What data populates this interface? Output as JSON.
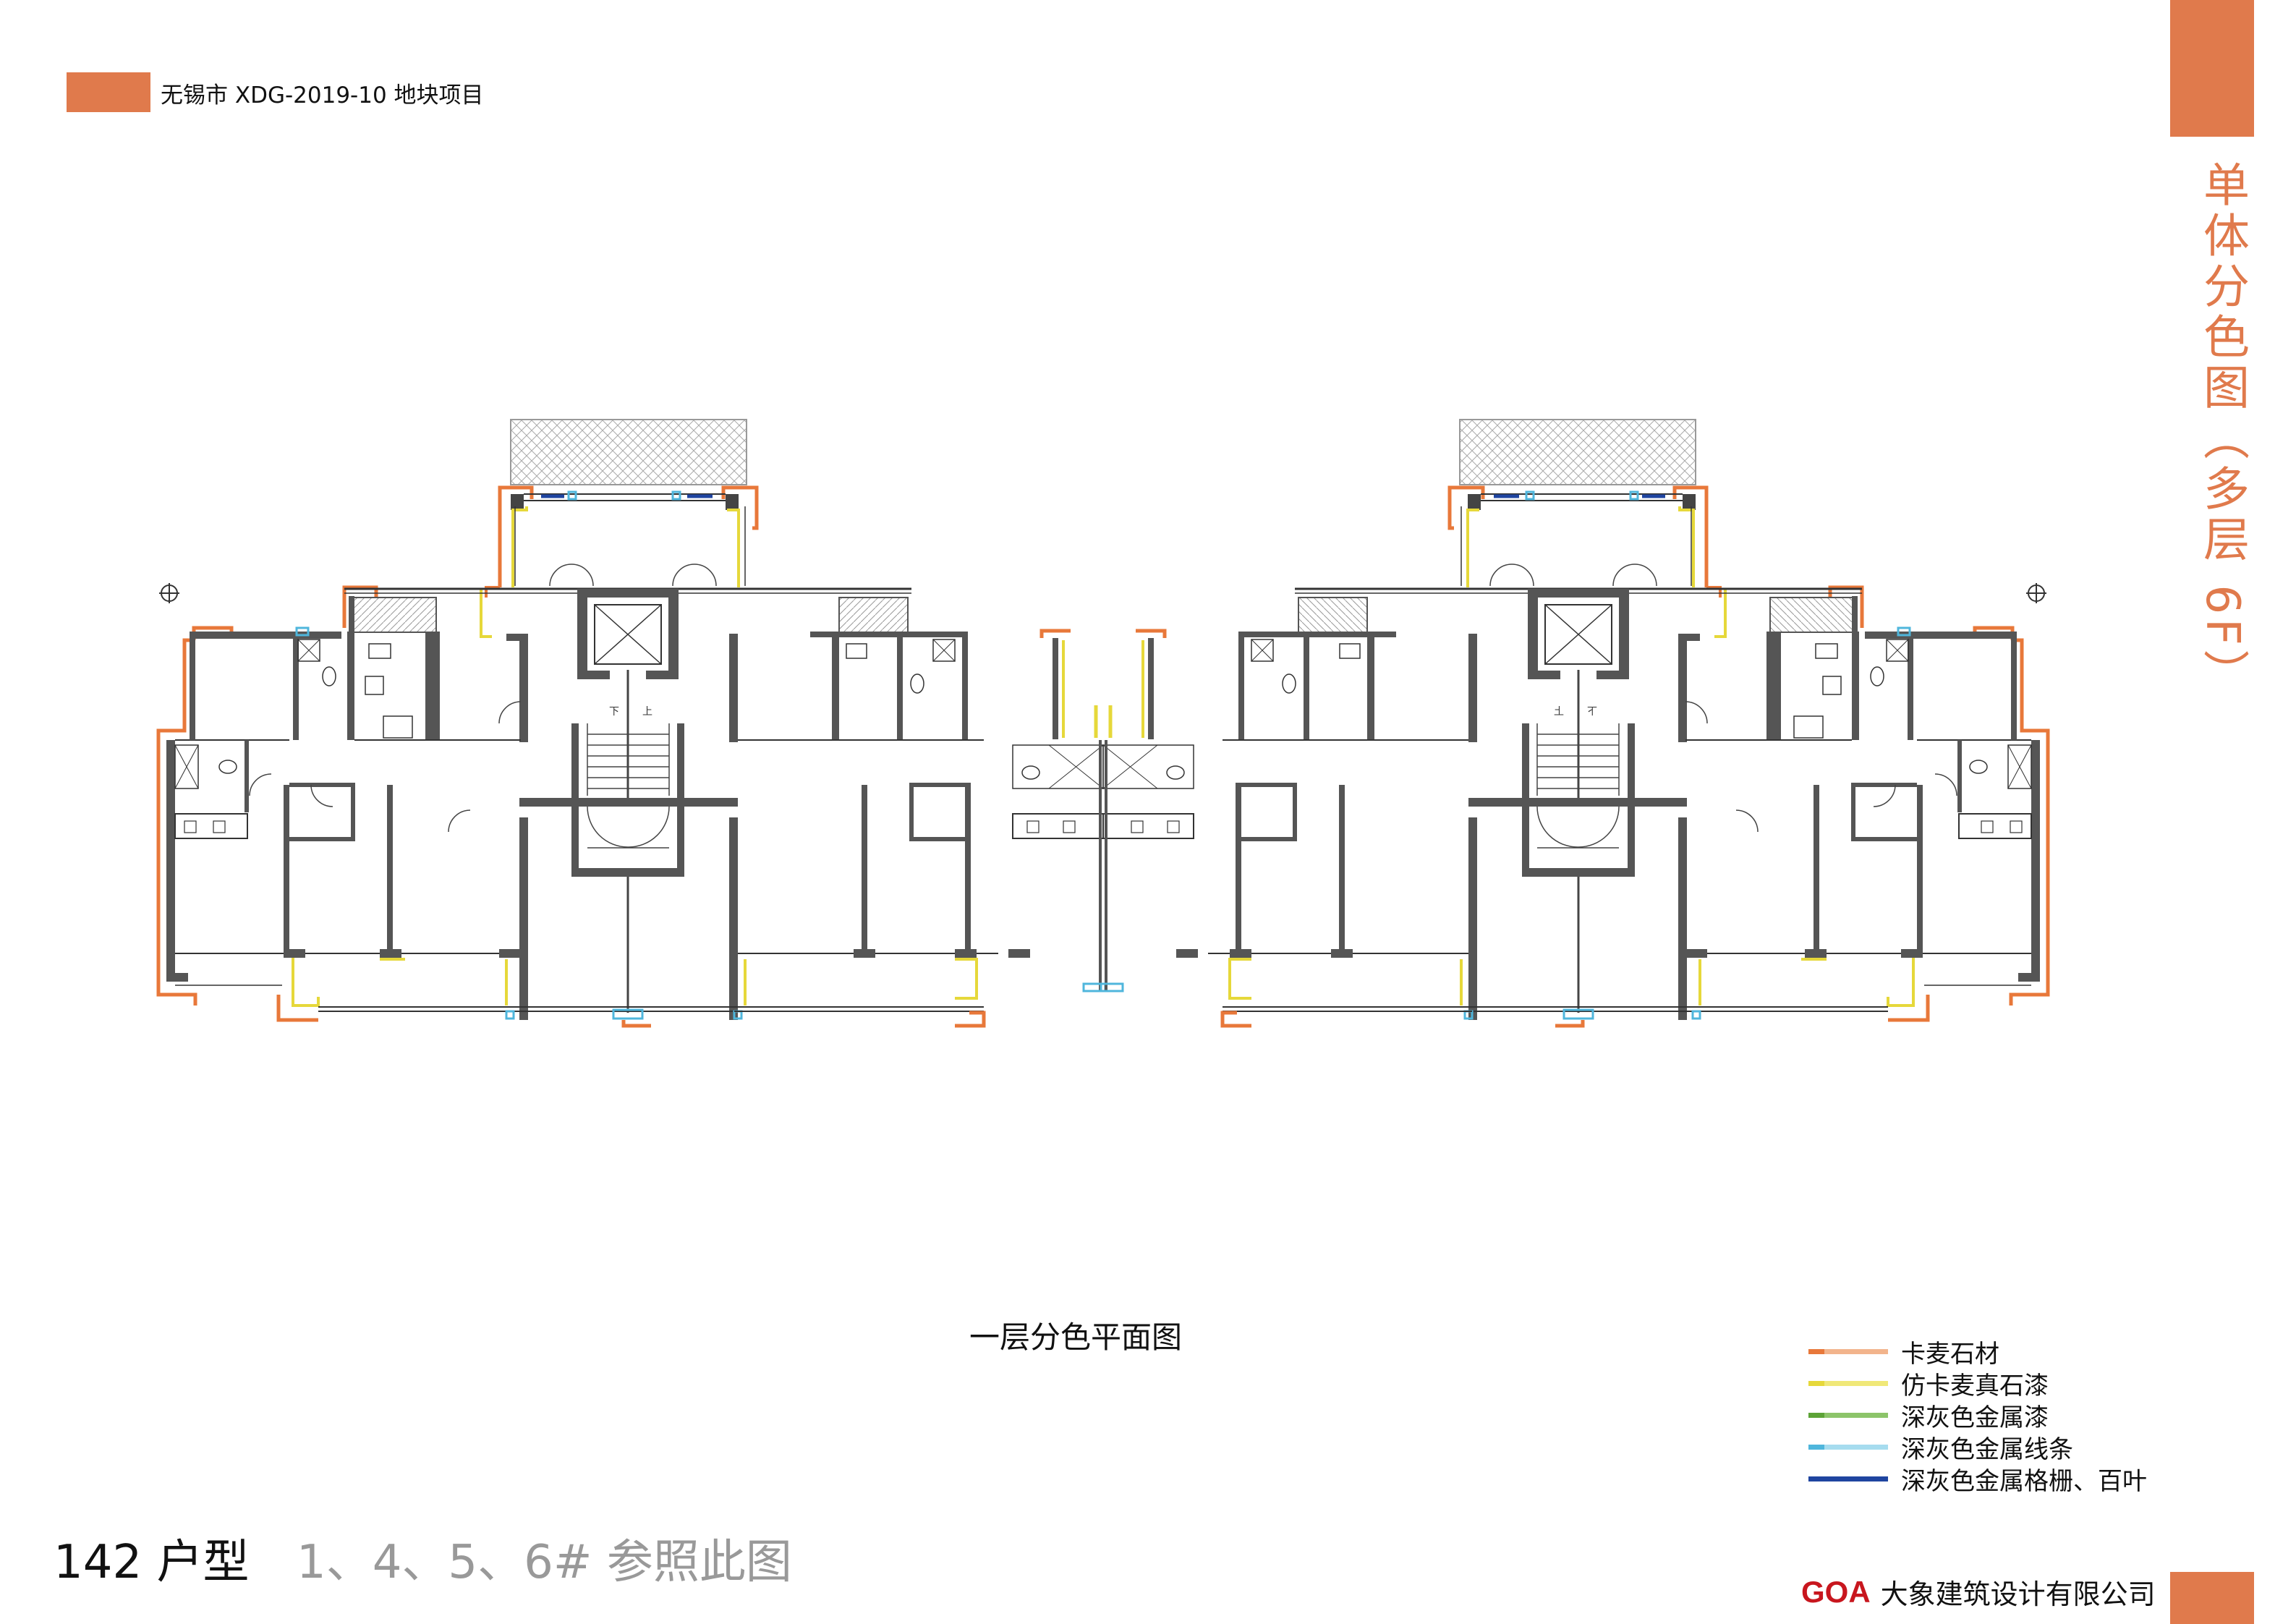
{
  "header": {
    "project": "无锡市 XDG-2019-10 地块项目"
  },
  "side_title": "单体分色图（多层 6F）",
  "plan": {
    "title": "一层分色平面图",
    "stair_down": "下",
    "stair_up": "上"
  },
  "footer": {
    "unit_type": "142 户型",
    "reference": "1、4、5、6# 参照此图"
  },
  "legend": [
    {
      "label": "卡麦石材",
      "color": "#e8783a",
      "light": "#f2b48c"
    },
    {
      "label": "仿卡麦真石漆",
      "color": "#e6d83a",
      "light": "#f0e878"
    },
    {
      "label": "深灰色金属漆",
      "color": "#5ca336",
      "light": "#8cc46a"
    },
    {
      "label": "深灰色金属线条",
      "color": "#4fb6dc",
      "light": "#a6dcef"
    },
    {
      "label": "深灰色金属格栅、百叶",
      "color": "#1f45a0",
      "light": "#3458b0"
    }
  ],
  "company": {
    "logo": "GOA",
    "name": "大象建筑设计有限公司"
  },
  "icons": [
    "north-marker-icon"
  ]
}
